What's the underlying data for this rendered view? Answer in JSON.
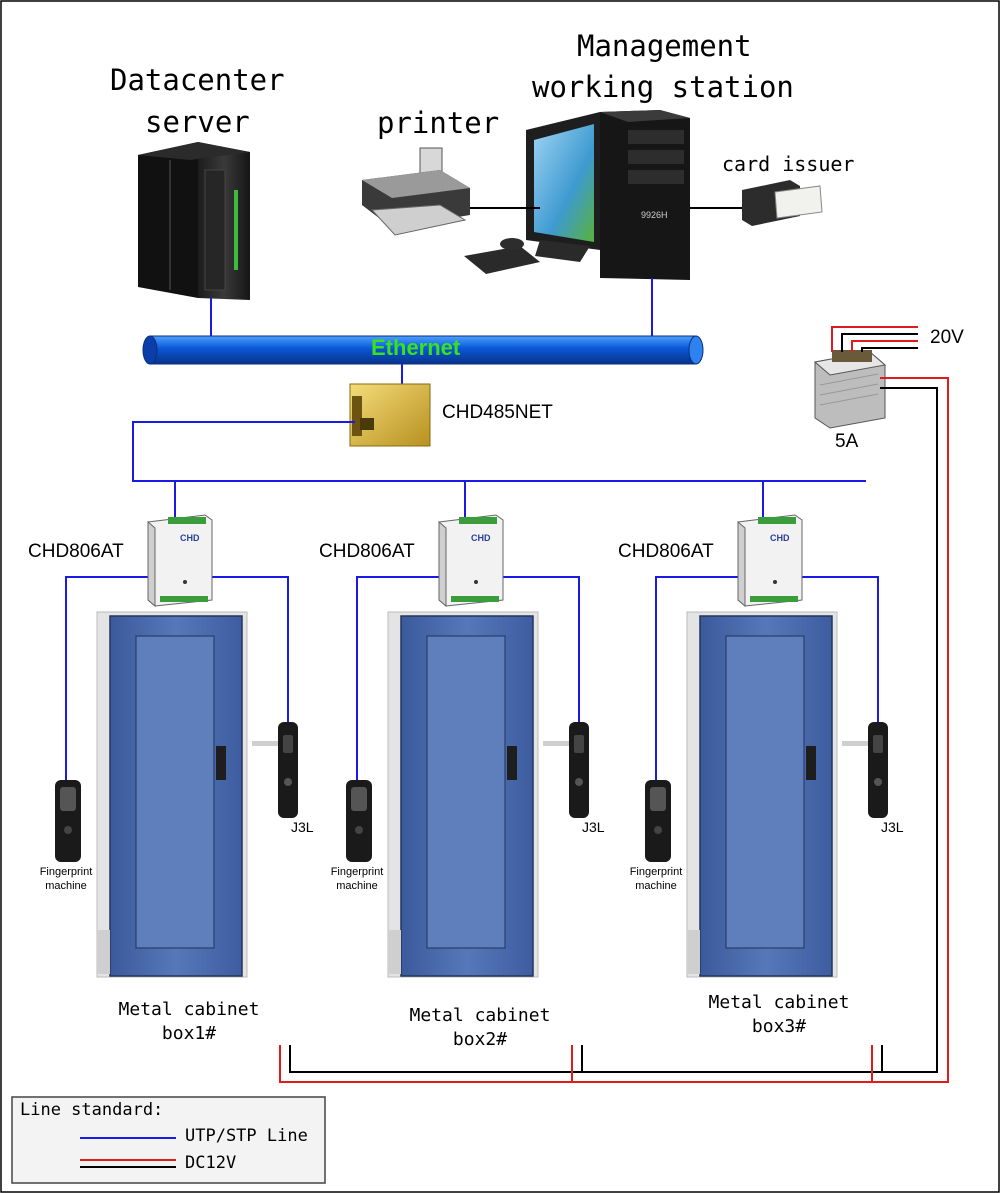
{
  "labels": {
    "datacenter_server": [
      "Datacenter",
      "server"
    ],
    "management_station": [
      "Management",
      "working station"
    ],
    "printer": "printer",
    "card_issuer": "card issuer",
    "ethernet": "Ethernet",
    "converter": "CHD485NET",
    "power_voltage": "20V",
    "power_current": "5A",
    "workstation_brand": "9926H"
  },
  "controllers": [
    {
      "label": "CHD806AT",
      "brand": "CHD"
    },
    {
      "label": "CHD806AT",
      "brand": "CHD"
    },
    {
      "label": "CHD806AT",
      "brand": "CHD"
    }
  ],
  "cabinets": [
    {
      "name": "Metal cabinet",
      "box": "box1#",
      "lock": "J3L",
      "reader": [
        "Fingerprint",
        "machine"
      ]
    },
    {
      "name": "Metal cabinet",
      "box": "box2#",
      "lock": "J3L",
      "reader": [
        "Fingerprint",
        "machine"
      ]
    },
    {
      "name": "Metal cabinet",
      "box": "box3#",
      "lock": "J3L",
      "reader": [
        "Fingerprint",
        "machine"
      ]
    }
  ],
  "legend": {
    "title": "Line standard:",
    "items": [
      {
        "label": "UTP/STP Line",
        "colors": [
          "#1a1ae6"
        ]
      },
      {
        "label": "DC12V",
        "colors": [
          "#e01b1b",
          "#000000"
        ]
      }
    ]
  },
  "colors": {
    "utp_line": "#1a1ae6",
    "power_positive": "#e01b1b",
    "power_negative": "#000000",
    "ethernet_pipe": "#1560d8",
    "ethernet_text": "#39e21c",
    "cabinet_door": "#4868a8",
    "converter_body": "#d8b33a"
  }
}
